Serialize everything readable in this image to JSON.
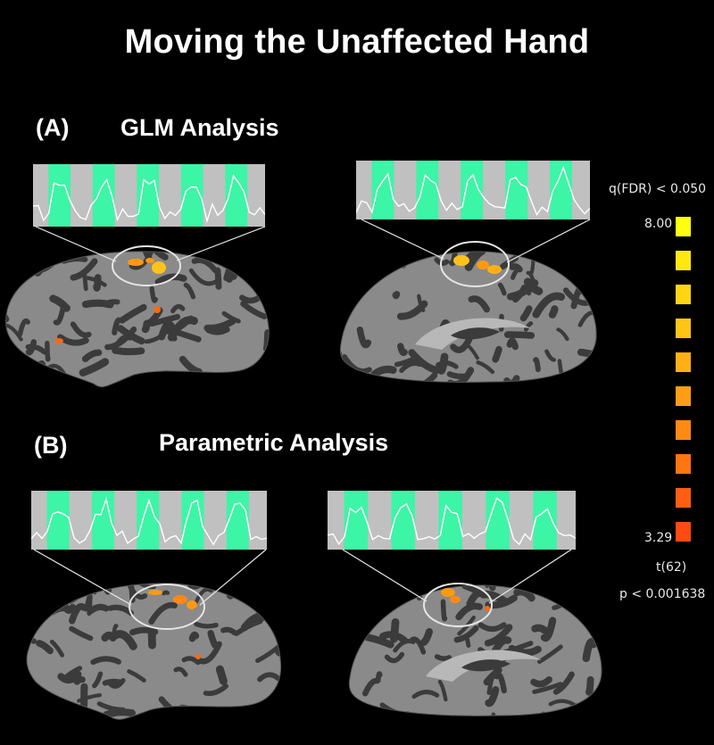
{
  "title": "Moving the Unaffected Hand",
  "sections": [
    {
      "label": "(A)",
      "title": "GLM Analysis"
    },
    {
      "label": "(B)",
      "title": "Parametric Analysis"
    }
  ],
  "legend": {
    "threshold_top": "q(FDR) < 0.050",
    "max_value": "8.00",
    "min_value": "3.29",
    "stat": "t(62)",
    "threshold_bottom": "p < 0.001638",
    "colors": [
      "#ffff10",
      "#ffe812",
      "#ffd414",
      "#ffc416",
      "#ffb015",
      "#ff9e14",
      "#ff8a13",
      "#ff7512",
      "#ff5e12",
      "#ff4a10"
    ]
  },
  "colors": {
    "block_on": "#3df5a6",
    "block_off": "#c0c0c0",
    "sulcus": "#3b3b3b",
    "gyrus": "#8a8a8a",
    "activation": "#ff9a10"
  }
}
